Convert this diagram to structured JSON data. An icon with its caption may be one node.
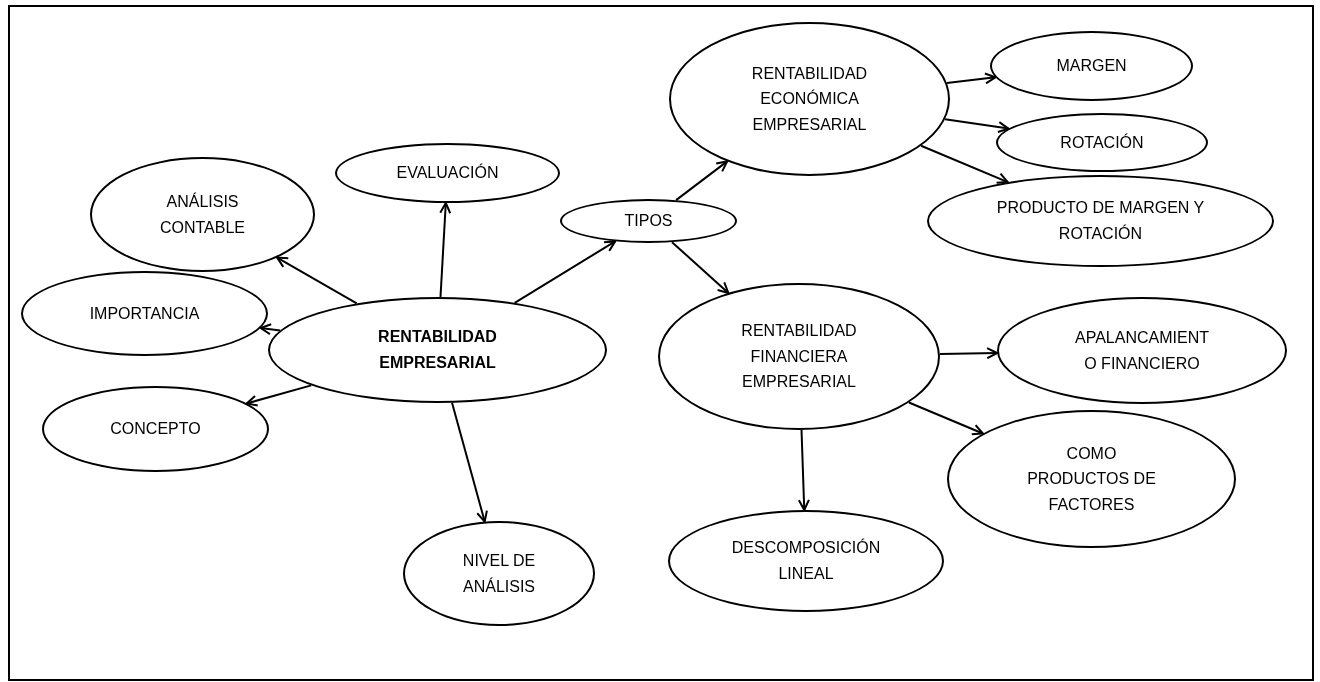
{
  "diagram": {
    "nodes": [
      {
        "text": [
          "**RENTABILIDAD EMPRESARIAL**"
        ]
      },
      {
        "text": [
          "ANÁLISIS CONTABLE"
        ]
      },
      {
        "text": [
          "EVALUACIÓN"
        ]
      },
      {
        "text": [
          "IMPORTANCIA"
        ]
      },
      {
        "text": [
          "CONCEPTO"
        ]
      },
      {
        "text": [
          "TIPOS"
        ]
      },
      {
        "text": [
          "NIVEL DE ANÁLISIS"
        ]
      },
      {
        "text": [
          "RENTABILIDAD ECONÓMICA EMPRESARIAL"
        ]
      },
      {
        "text": [
          "MARGEN"
        ]
      },
      {
        "text": [
          "ROTACIÓN"
        ]
      },
      {
        "text": [
          "PRODUCTO DE MARGEN Y ROTACIÓN"
        ]
      },
      {
        "text": [
          "RENTABILIDAD FINANCIERA EMPRESARIAL"
        ]
      },
      {
        "text": [
          "APALANCAMIENT O FINANCIERO"
        ]
      },
      {
        "text": [
          "COMO PRODUCTOS DE FACTORES"
        ]
      },
      {
        "text": [
          "DESCOMPOSICIÓN LINEAL"
        ]
      }
    ],
    "edges": [
      {
        "from": 0,
        "to": 1,
        "arrow": "to"
      },
      {
        "from": 0,
        "to": 2,
        "arrow": "to"
      },
      {
        "from": 0,
        "to": 3,
        "arrow": "to"
      },
      {
        "from": 0,
        "to": 4,
        "arrow": "to"
      },
      {
        "from": 0,
        "to": 5,
        "arrow": "to"
      },
      {
        "from": 0,
        "to": 6,
        "arrow": "to"
      },
      {
        "from": 5,
        "to": 7,
        "arrow": "to"
      },
      {
        "from": 5,
        "to": 11,
        "arrow": "to"
      },
      {
        "from": 7,
        "to": 8,
        "arrow": "to"
      },
      {
        "from": 7,
        "to": 9,
        "arrow": "to"
      },
      {
        "from": 7,
        "to": 10,
        "arrow": "to"
      },
      {
        "from": 11,
        "to": 12,
        "arrow": "to"
      },
      {
        "from": 11,
        "to": 13,
        "arrow": "to"
      },
      {
        "from": 11,
        "to": 14,
        "arrow": "to"
      }
    ]
  }
}
